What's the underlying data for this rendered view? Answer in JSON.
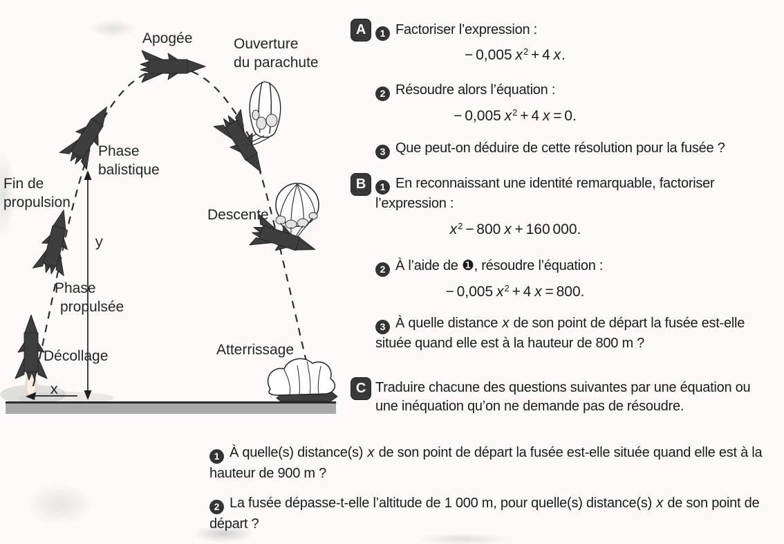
{
  "colors": {
    "badge_bg": "#383838",
    "text": "#1b1b1b",
    "rocket": "#3e3e3e",
    "ground": "#a9a9a9",
    "background": "#fcfbf9"
  },
  "diagram": {
    "apogee": "Apogée",
    "parachute_line1": "Ouverture",
    "parachute_line2": "du parachute",
    "phase_balistique_line1": "Phase",
    "phase_balistique_line2": "balistique",
    "fin_propulsion_line1": "Fin de",
    "fin_propulsion_line2": "propulsion",
    "descente": "Descente",
    "phase_propulsee_line1": "Phase",
    "phase_propulsee_line2": "propulsée",
    "decollage": "Décollage",
    "atterrissage": "Atterrissage",
    "y_label": "y",
    "x_label": "x"
  },
  "sections": {
    "a": {
      "badge": "A",
      "q1": {
        "num": "1",
        "text": "Factoriser l’expression :",
        "equation": "− 0,005 x^2 + 4 x."
      },
      "q2": {
        "num": "2",
        "text": "Résoudre alors l’équation :",
        "equation": "− 0,005 x^2 + 4 x = 0."
      },
      "q3": {
        "num": "3",
        "text": "Que peut-on déduire de cette résolution pour la fusée ?"
      }
    },
    "b": {
      "badge": "B",
      "q1": {
        "num": "1",
        "text": "En reconnaissant une identité remarquable, factoriser l’expression :",
        "equation": "x^2 − 800 x + 160 000."
      },
      "q2": {
        "num": "2",
        "text": "À l’aide de ❶, résoudre l’équation :",
        "equation": "− 0,005 x^2 + 4 x = 800."
      },
      "q3": {
        "num": "3",
        "text": "À quelle distance x de son point de départ la fusée est-elle située quand elle est à la hauteur de 800 m ?"
      }
    },
    "c": {
      "badge": "C",
      "text": "Traduire chacune des questions suivantes par une équation ou une inéquation qu’on ne demande pas de résoudre."
    }
  },
  "bottom": {
    "q1": {
      "num": "1",
      "text": "À quelle(s) distance(s) x de son point de départ la fusée est-elle située quand elle est à la hauteur de 900 m ?"
    },
    "q2": {
      "num": "2",
      "text": "La fusée dépasse-t-elle l’altitude de 1 000 m, pour quelle(s) distance(s) x de son point de départ ?"
    }
  }
}
